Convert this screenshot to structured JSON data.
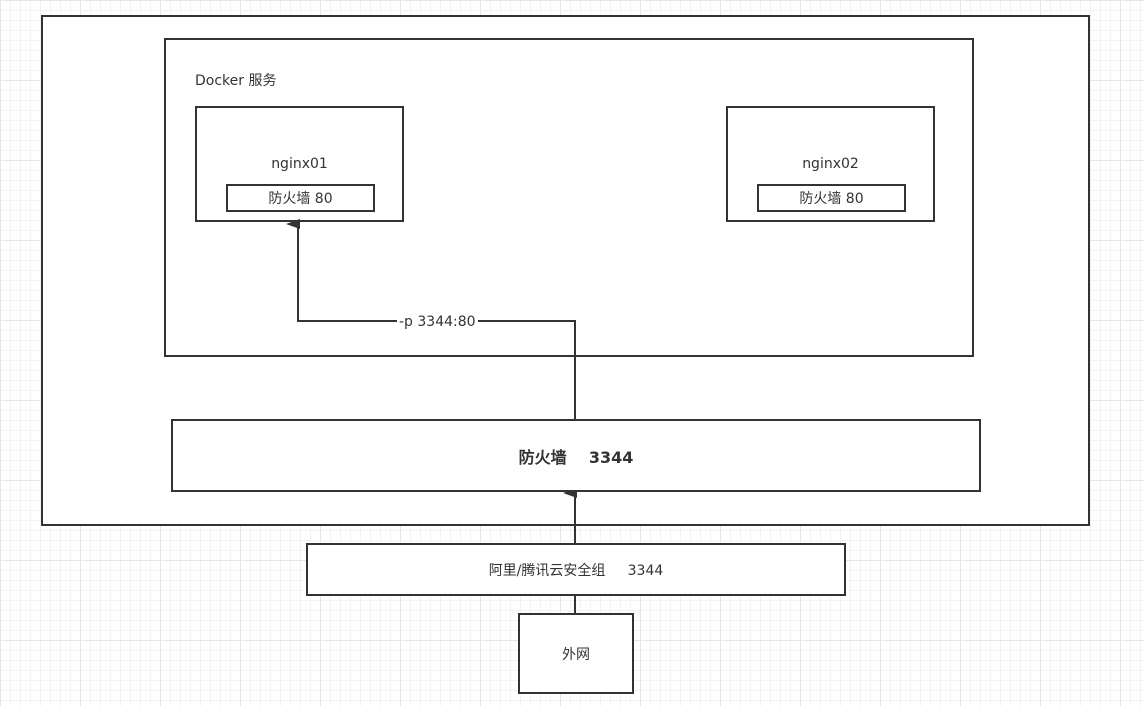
{
  "diagram": {
    "docker_label": "Docker 服务",
    "nodes": [
      {
        "title": "nginx01",
        "firewall": "防火墙 80"
      },
      {
        "title": "nginx02",
        "firewall": "防火墙 80"
      }
    ],
    "port_mapping": "-p 3344:80",
    "host_firewall": "防火墙    3344",
    "cloud_security_group": "阿里/腾讯云安全组     3344",
    "external_network": "外网",
    "colors": {
      "stroke": "#333333",
      "text": "#333333",
      "grid": "#e6e6e6"
    }
  }
}
